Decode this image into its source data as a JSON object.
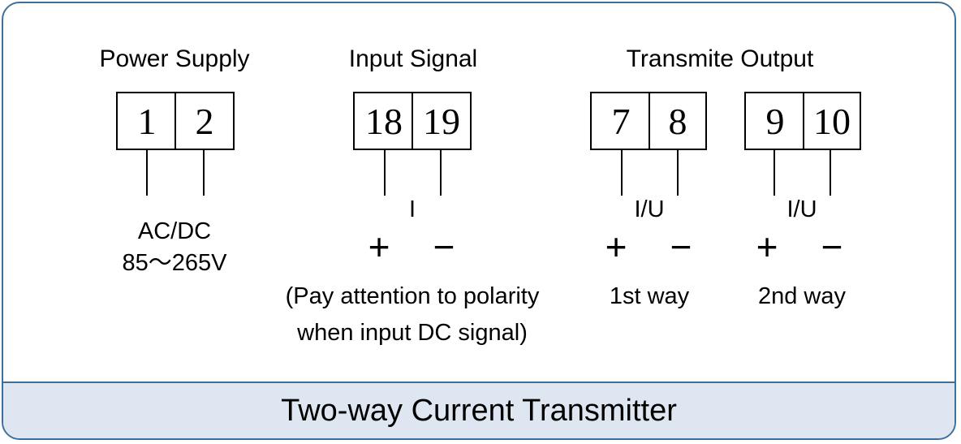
{
  "power_supply": {
    "title": "Power Supply",
    "terminals": [
      "1",
      "2"
    ],
    "spec_line1": "AC/DC",
    "spec_line2": "85～265V"
  },
  "input_signal": {
    "title": "Input Signal",
    "terminals": [
      "18",
      "19"
    ],
    "type_label": "I",
    "plus": "+",
    "minus": "−",
    "note_line1": "(Pay attention to polarity",
    "note_line2": "when input DC signal)"
  },
  "transmit_output": {
    "title": "Transmite Output",
    "ways": [
      {
        "terminals": [
          "7",
          "8"
        ],
        "type_label": "I/U",
        "plus": "+",
        "minus": "−",
        "label": "1st way"
      },
      {
        "terminals": [
          "9",
          "10"
        ],
        "type_label": "I/U",
        "plus": "+",
        "minus": "−",
        "label": "2nd way"
      }
    ]
  },
  "footer": {
    "title": "Two-way Current Transmitter"
  }
}
